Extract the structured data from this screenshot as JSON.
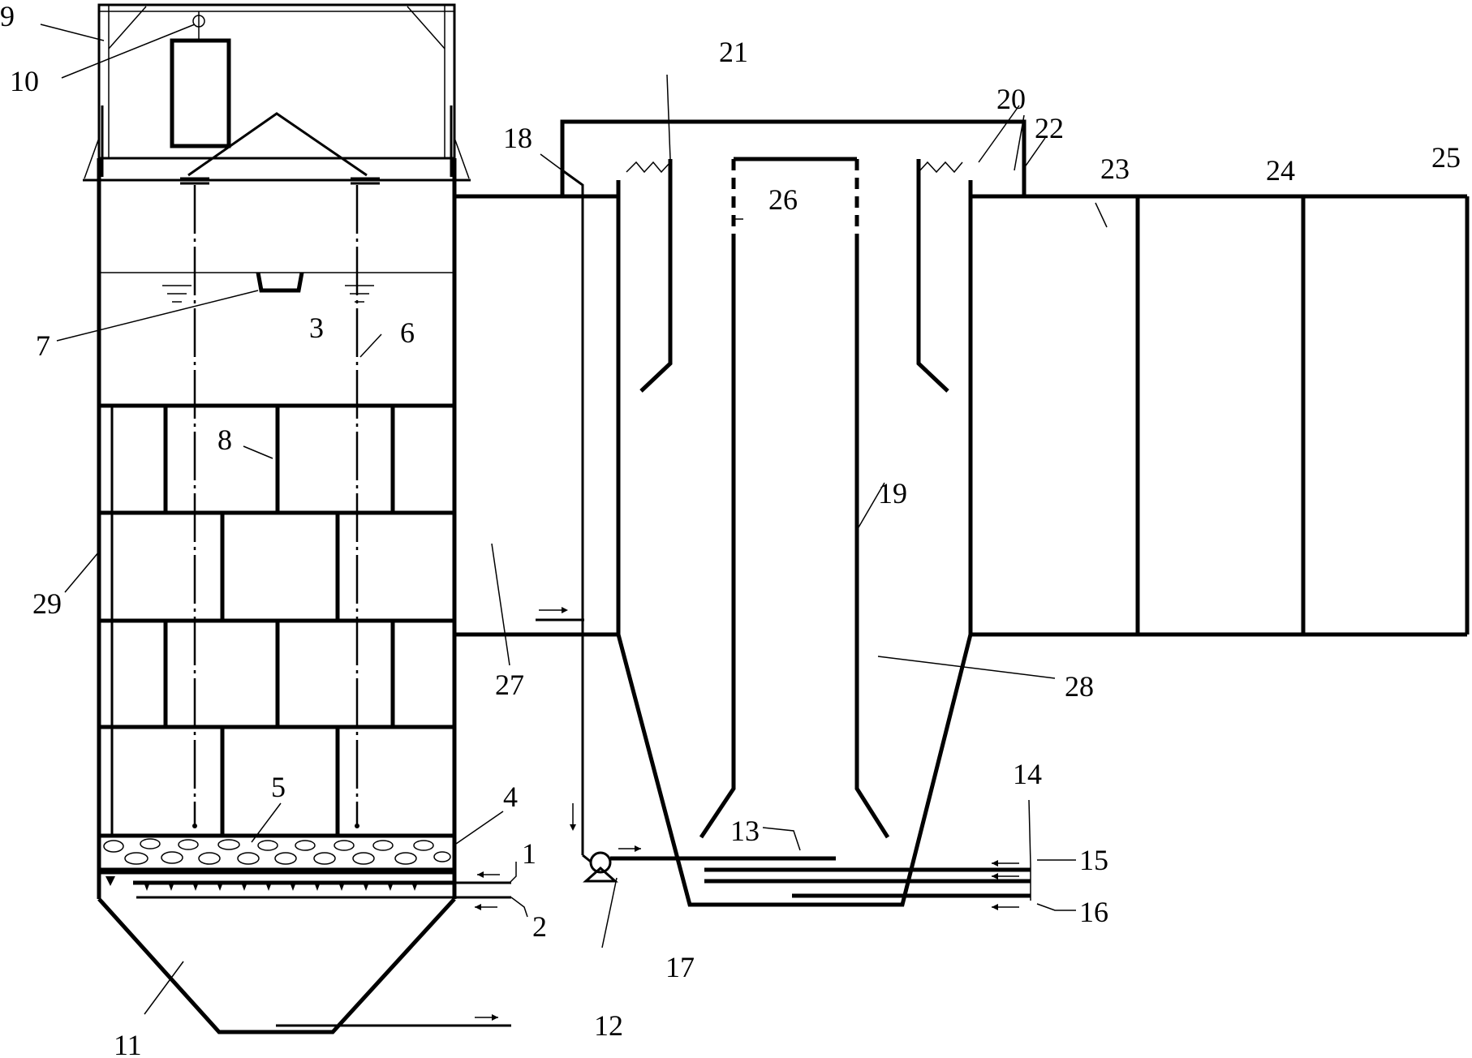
{
  "labels": {
    "l1": "1",
    "l2": "2",
    "l3": "3",
    "l4": "4",
    "l5": "5",
    "l6": "6",
    "l7": "7",
    "l8": "8",
    "l9": "9",
    "l10": "10",
    "l11": "11",
    "l12": "12",
    "l13": "13",
    "l14": "14",
    "l15": "15",
    "l16": "16",
    "l17": "17",
    "l18": "18",
    "l19": "19",
    "l20": "20",
    "l21": "21",
    "l22": "22",
    "l23": "23",
    "l24": "24",
    "l25": "25",
    "l26": "26",
    "l27": "27",
    "l28": "28",
    "l29": "29"
  }
}
